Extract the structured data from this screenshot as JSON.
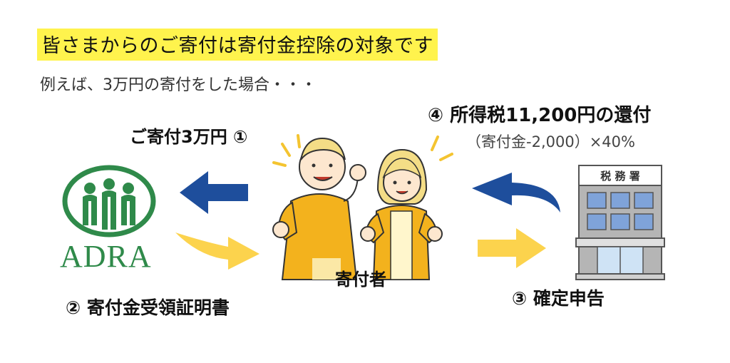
{
  "title": "皆さまからのご寄付は寄付金控除の対象です",
  "subtitle": "例えば、3万円の寄付をした場合・・・",
  "steps": {
    "step1": "ご寄付3万円 ①",
    "step2": "② 寄付金受領証明書",
    "step3": "③ 確定申告",
    "step4": "④ 所得税11,200円の還付",
    "step4_formula": "（寄付金-2,000）×40%"
  },
  "organization": {
    "name": "ADRA",
    "icon": "adra-logo-icon",
    "color": "#2f8a4a"
  },
  "donor": {
    "label": "寄付者",
    "icon": "donor-couple-icon"
  },
  "tax_office": {
    "sign": "税 務 署",
    "icon": "tax-office-building-icon"
  },
  "colors": {
    "title_highlight": "#fff34d",
    "arrow_blue": "#1e4e9c",
    "arrow_yellow": "#fcd34d"
  }
}
